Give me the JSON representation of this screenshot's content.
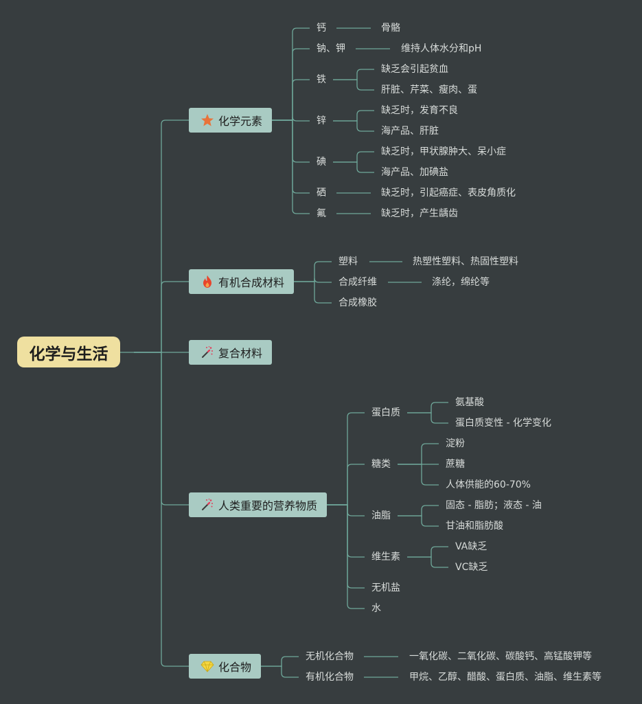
{
  "root": "化学与生活",
  "colors": {
    "background": "#373d3f",
    "line": "#6fa89a",
    "root_fill": "#efe0a0",
    "branch_fill": "#a9cbc3",
    "text": "#d8dcda"
  },
  "branches": [
    {
      "label": "化学元素",
      "icon": "star-icon",
      "children": [
        {
          "label": "钙",
          "children": [
            "骨骼"
          ]
        },
        {
          "label": "钠、钾",
          "children": [
            "维持人体水分和pH"
          ]
        },
        {
          "label": "铁",
          "children": [
            "缺乏会引起贫血",
            "肝脏、芹菜、瘦肉、蛋"
          ]
        },
        {
          "label": "锌",
          "children": [
            "缺乏时，发育不良",
            "海产品、肝脏"
          ]
        },
        {
          "label": "碘",
          "children": [
            "缺乏时，甲状腺肿大、呆小症",
            "海产品、加碘盐"
          ]
        },
        {
          "label": "硒",
          "children": [
            "缺乏时，引起癌症、表皮角质化"
          ]
        },
        {
          "label": "氟",
          "children": [
            "缺乏时，产生龋齿"
          ]
        }
      ]
    },
    {
      "label": "有机合成材料",
      "icon": "flame-icon",
      "children": [
        {
          "label": "塑料",
          "children": [
            "热塑性塑料、热固性塑料"
          ]
        },
        {
          "label": "合成纤维",
          "children": [
            "涤纶，绵纶等"
          ]
        },
        {
          "label": "合成橡胶",
          "children": []
        }
      ]
    },
    {
      "label": "复合材料",
      "icon": "magic-wand-icon",
      "children": []
    },
    {
      "label": "人类重要的营养物质",
      "icon": "magic-wand-icon",
      "children": [
        {
          "label": "蛋白质",
          "children": [
            "氨基酸",
            "蛋白质变性 - 化学变化"
          ]
        },
        {
          "label": "糖类",
          "children": [
            "淀粉",
            "蔗糖",
            "人体供能的60-70%"
          ]
        },
        {
          "label": "油脂",
          "children": [
            "固态 - 脂肪；液态 - 油",
            "甘油和脂肪酸"
          ]
        },
        {
          "label": "维生素",
          "children": [
            "VA缺乏",
            "VC缺乏"
          ]
        },
        {
          "label": "无机盐",
          "children": []
        },
        {
          "label": "水",
          "children": []
        }
      ]
    },
    {
      "label": "化合物",
      "icon": "diamond-icon",
      "children": [
        {
          "label": "无机化合物",
          "children": [
            "一氧化碳、二氧化碳、碳酸钙、高锰酸钾等"
          ]
        },
        {
          "label": "有机化合物",
          "children": [
            "甲烷、乙醇、醋酸、蛋白质、油脂、维生素等"
          ]
        }
      ]
    }
  ]
}
